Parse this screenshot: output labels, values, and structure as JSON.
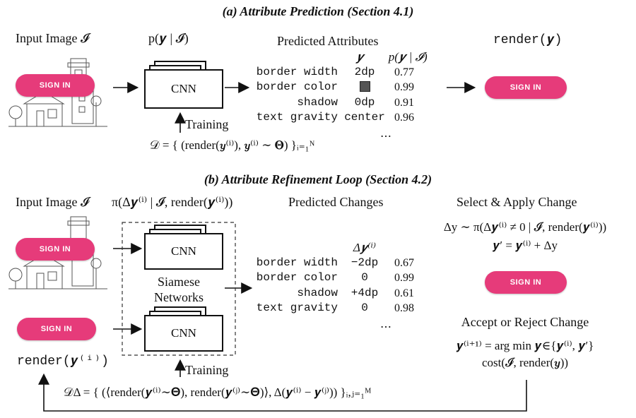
{
  "colors": {
    "button": "#e63b7a",
    "swatch": "#555555"
  },
  "section_a": {
    "title": "(a) Attribute Prediction (Section 4.1)",
    "input_label": "Input Image 𝓘",
    "model_label": "p(𝒚 | 𝓘)",
    "cnn_label": "CNN",
    "training_label": "Training",
    "predicted_title": "Predicted Attributes",
    "col_y": "𝒚",
    "col_p": "p(𝒚 | 𝓘)",
    "rows": [
      {
        "attr": "border width",
        "value": "2dp",
        "prob": "0.77"
      },
      {
        "attr": "border color",
        "value": "",
        "prob": "0.99"
      },
      {
        "attr": "shadow",
        "value": "0dp",
        "prob": "0.91"
      },
      {
        "attr": "text gravity",
        "value": "center",
        "prob": "0.96"
      }
    ],
    "ellipsis": "…",
    "render_label": "render(𝒚)",
    "button_text": "SIGN IN",
    "dataset_formula": "𝒟 = { (render(𝒚⁽ⁱ⁾), 𝒚⁽ⁱ⁾ ∼ 𝚯) }ᵢ₌₁ᴺ"
  },
  "section_b": {
    "title": "(b) Attribute Refinement Loop (Section 4.2)",
    "input_label": "Input Image 𝓘",
    "policy_label": "π(Δ𝒚⁽ⁱ⁾ | 𝓘, render(𝒚⁽ⁱ⁾))",
    "predicted_title": "Predicted Changes",
    "col_dy": "Δ𝒚⁽ⁱ⁾",
    "rows": [
      {
        "attr": "border width",
        "value": "−2dp",
        "prob": "0.67"
      },
      {
        "attr": "border color",
        "value": "0",
        "prob": "0.99"
      },
      {
        "attr": "shadow",
        "value": "+4dp",
        "prob": "0.61"
      },
      {
        "attr": "text gravity",
        "value": "0",
        "prob": "0.98"
      }
    ],
    "ellipsis": "…",
    "cnn_label": "CNN",
    "siamese_line1": "Siamese",
    "siamese_line2": "Networks",
    "training_label": "Training",
    "render_label": "render(𝒚⁽ⁱ⁾)",
    "select_title": "Select & Apply Change",
    "select_formula1": "Δy ∼ π(Δ𝒚⁽ⁱ⁾ ≠ 0 | 𝓘, render(𝒚⁽ⁱ⁾))",
    "select_formula2": "𝒚′ = 𝒚⁽ⁱ⁾ + Δy",
    "accept_title": "Accept or Reject Change",
    "accept_formula1": "𝒚⁽ⁱ⁺¹⁾ = arg min 𝒚∈{𝒚⁽ⁱ⁾, 𝒚′}",
    "accept_formula2": "cost(𝓘, render(𝒚))",
    "button_text": "SIGN IN",
    "dataset_formula": "𝒟Δ = { (⟨render(𝒚⁽ⁱ⁾∼𝚯), render(𝒚⁽ʲ⁾∼𝚯)⟩, Δ(𝒚⁽ⁱ⁾ − 𝒚⁽ʲ⁾)) }ᵢ,ⱼ₌₁ᴹ"
  }
}
